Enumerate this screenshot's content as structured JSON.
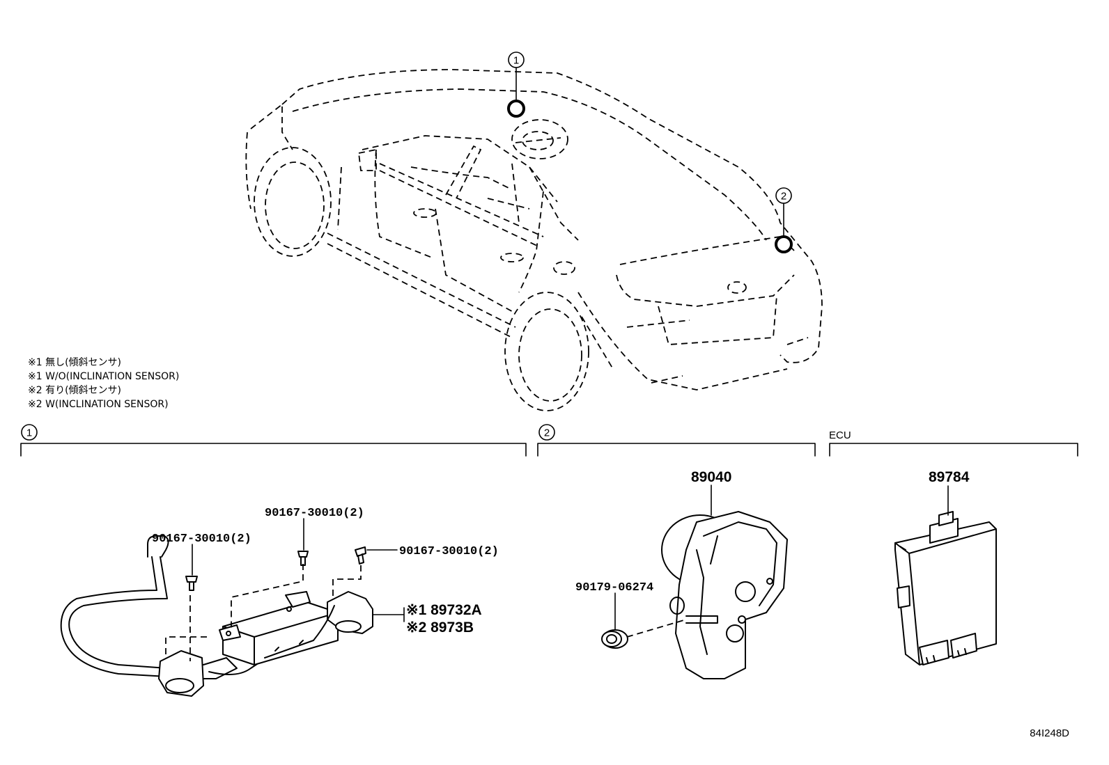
{
  "callouts": {
    "c1": "1",
    "c2": "2"
  },
  "legend": [
    "※1 無し(傾斜センサ)",
    "※1 W/O(INCLINATION SENSOR)",
    "※2 有り(傾斜センサ)",
    "※2 W(INCLINATION SENSOR)"
  ],
  "sections": {
    "s1": "1",
    "s2": "2",
    "ecu": "ECU"
  },
  "parts": {
    "screw_left": "90167-30010(2)",
    "screw_mid": "90167-30010(2)",
    "screw_right": "90167-30010(2)",
    "sensor_a": "※1 89732A",
    "sensor_b": "※2 8973B",
    "actuator": "89040",
    "clip": "90179-06274",
    "ecu": "89784"
  },
  "diagram_code": "84I248D"
}
